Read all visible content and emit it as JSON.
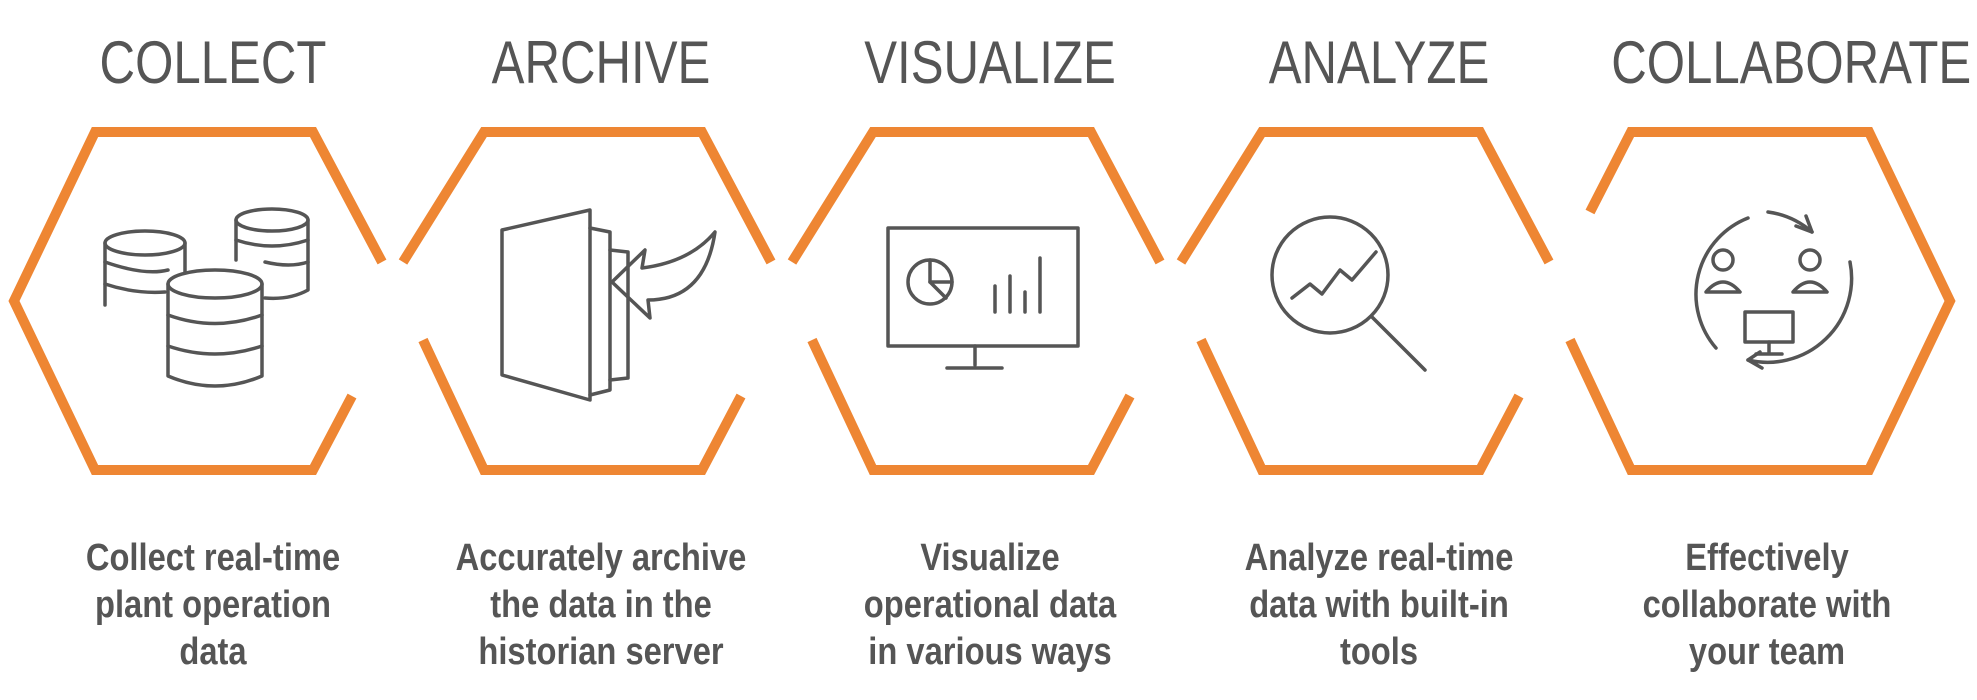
{
  "accent_color": "#EE8633",
  "text_color": "#555555",
  "icon_color": "#555555",
  "steps": [
    {
      "title": "COLLECT",
      "icon": "database-stack-icon",
      "description": [
        "Collect real-time",
        "plant operation",
        "data"
      ]
    },
    {
      "title": "ARCHIVE",
      "icon": "archive-arrow-icon",
      "description": [
        "Accurately archive",
        "the data in the",
        "historian server"
      ]
    },
    {
      "title": "VISUALIZE",
      "icon": "monitor-chart-icon",
      "description": [
        "Visualize",
        "operational data",
        "in various ways"
      ]
    },
    {
      "title": "ANALYZE",
      "icon": "magnifier-trend-icon",
      "description": [
        "Analyze real-time",
        "data with built-in",
        "tools"
      ]
    },
    {
      "title": "COLLABORATE",
      "icon": "team-collaboration-icon",
      "description": [
        "Effectively",
        "collaborate with",
        "your team"
      ]
    }
  ]
}
